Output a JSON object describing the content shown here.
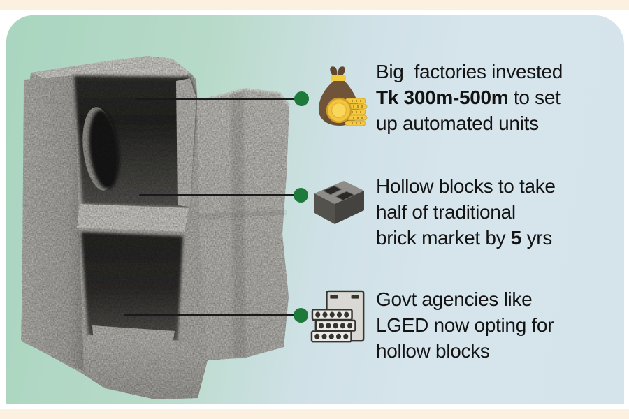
{
  "infographic": {
    "theme": {
      "outer_strip_color": "#fcf0e1",
      "card_green": "#a9d5bf",
      "card_blue": "#d6e4ec",
      "connector_dot_color": "#1e7a3a",
      "connector_line_color": "#1a1a1a",
      "text_color": "#131313"
    },
    "illustration": {
      "name": "hollow-concrete-block-photo"
    },
    "features": [
      {
        "icon": "money-bag-icon",
        "lines": [
          [
            "Big  factories invested"
          ],
          [
            "Tk 300m-500m",
            " to set"
          ],
          [
            "up automated units"
          ]
        ]
      },
      {
        "icon": "hollow-block-icon",
        "lines": [
          [
            "Hollow blocks to take"
          ],
          [
            "half of traditional"
          ],
          [
            "brick market by ",
            "5",
            " yrs"
          ]
        ]
      },
      {
        "icon": "block-stack-icon",
        "lines": [
          [
            "Govt agencies like"
          ],
          [
            "LGED now opting for"
          ],
          [
            "hollow blocks"
          ]
        ]
      }
    ]
  }
}
